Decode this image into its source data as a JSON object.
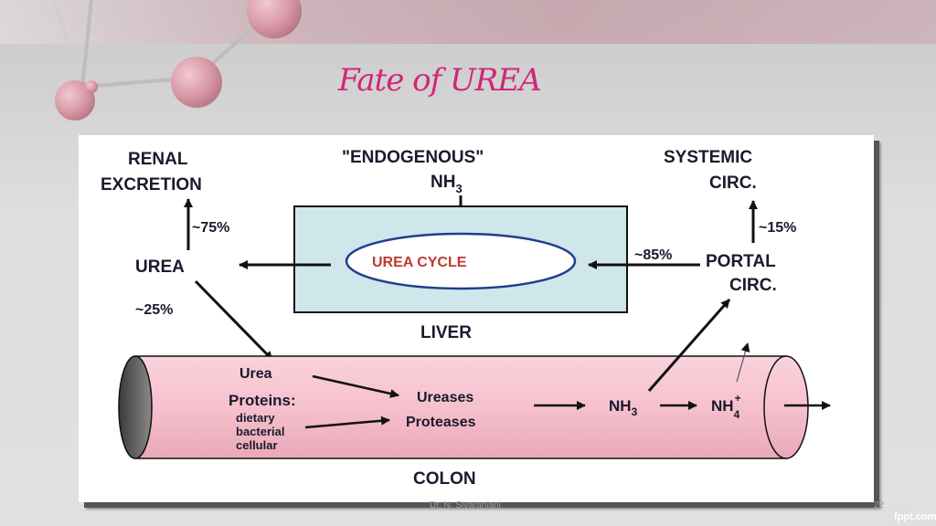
{
  "slide": {
    "title": "Fate of UREA",
    "author": "Dr. N. Sivaranjani",
    "page_number": "22",
    "brand": "fppt.com"
  },
  "diagram": {
    "top_left": {
      "line1": "RENAL",
      "line2": "EXCRETION"
    },
    "top_center": {
      "line1": "\"ENDOGENOUS\"",
      "line2": "NH",
      "line2_sub": "3"
    },
    "top_right": {
      "line1": "SYSTEMIC",
      "line2": "CIRC."
    },
    "urea": "UREA",
    "urea_cycle": "UREA CYCLE",
    "liver": "LIVER",
    "portal": {
      "line1": "PORTAL",
      "line2": "CIRC."
    },
    "percent_renal": "~75%",
    "percent_colon": "~25%",
    "percent_liver": "~85%",
    "percent_systemic": "~15%",
    "colon": "COLON",
    "colon_contents": {
      "urea": "Urea",
      "proteins": "Proteins:",
      "dietary": "dietary",
      "bacterial": "bacterial",
      "cellular": "cellular",
      "ureases": "Ureases",
      "proteases": "Proteases",
      "nh3": "NH",
      "nh3_sub": "3",
      "nh4": "NH",
      "nh4_sup": "+",
      "nh4_sub": "4"
    }
  },
  "colors": {
    "title": "#d0267a",
    "liver_box": "#cfe6ea",
    "colon_tube": "#f7c2cf",
    "text": "#1a1a2e",
    "urea_cycle_text": "#c0392b"
  }
}
